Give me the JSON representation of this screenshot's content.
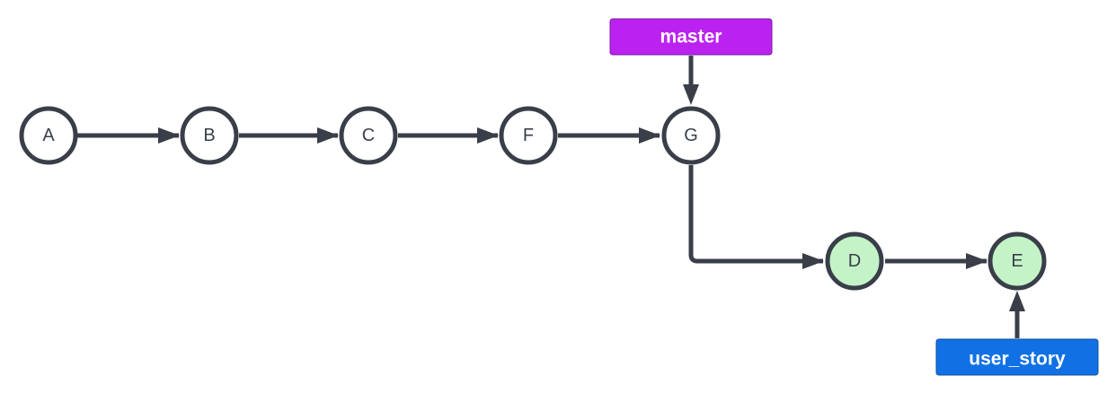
{
  "colors": {
    "stroke": "#393e48",
    "node_fill_default": "#ffffff",
    "node_fill_highlight": "#c3f3c7",
    "label_text": "#3a3f4a",
    "master_fill": "#bb22f0",
    "user_story_fill": "#1171e4",
    "branch_text": "#ffffff"
  },
  "commits": [
    {
      "label": "A",
      "highlight": false
    },
    {
      "label": "B",
      "highlight": false
    },
    {
      "label": "C",
      "highlight": false
    },
    {
      "label": "F",
      "highlight": false
    },
    {
      "label": "G",
      "highlight": false
    },
    {
      "label": "D",
      "highlight": true
    },
    {
      "label": "E",
      "highlight": true
    }
  ],
  "edges": [
    {
      "from": "A",
      "to": "B"
    },
    {
      "from": "B",
      "to": "C"
    },
    {
      "from": "C",
      "to": "F"
    },
    {
      "from": "F",
      "to": "G"
    },
    {
      "from": "G",
      "to": "D"
    },
    {
      "from": "D",
      "to": "E"
    }
  ],
  "branches": {
    "master": {
      "label": "master",
      "points_to": "G"
    },
    "user_story": {
      "label": "user_story",
      "points_to": "E"
    }
  }
}
